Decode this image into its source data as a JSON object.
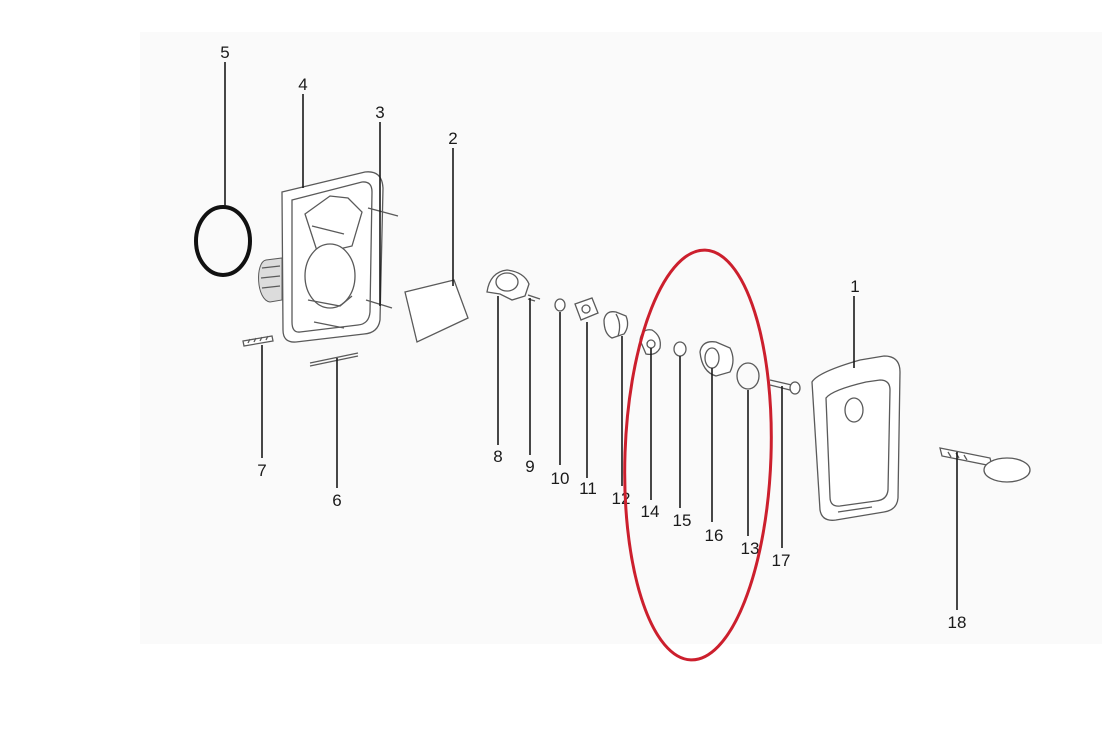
{
  "diagram": {
    "callouts": {
      "p1": "1",
      "p2": "2",
      "p3": "3",
      "p4": "4",
      "p5": "5",
      "p6": "6",
      "p7": "7",
      "p8": "8",
      "p9": "9",
      "p10": "10",
      "p11": "11",
      "p12": "12",
      "p13": "13",
      "p14": "14",
      "p15": "15",
      "p16": "16",
      "p17": "17",
      "p18": "18"
    },
    "highlight_color": "#cc1f2d"
  }
}
